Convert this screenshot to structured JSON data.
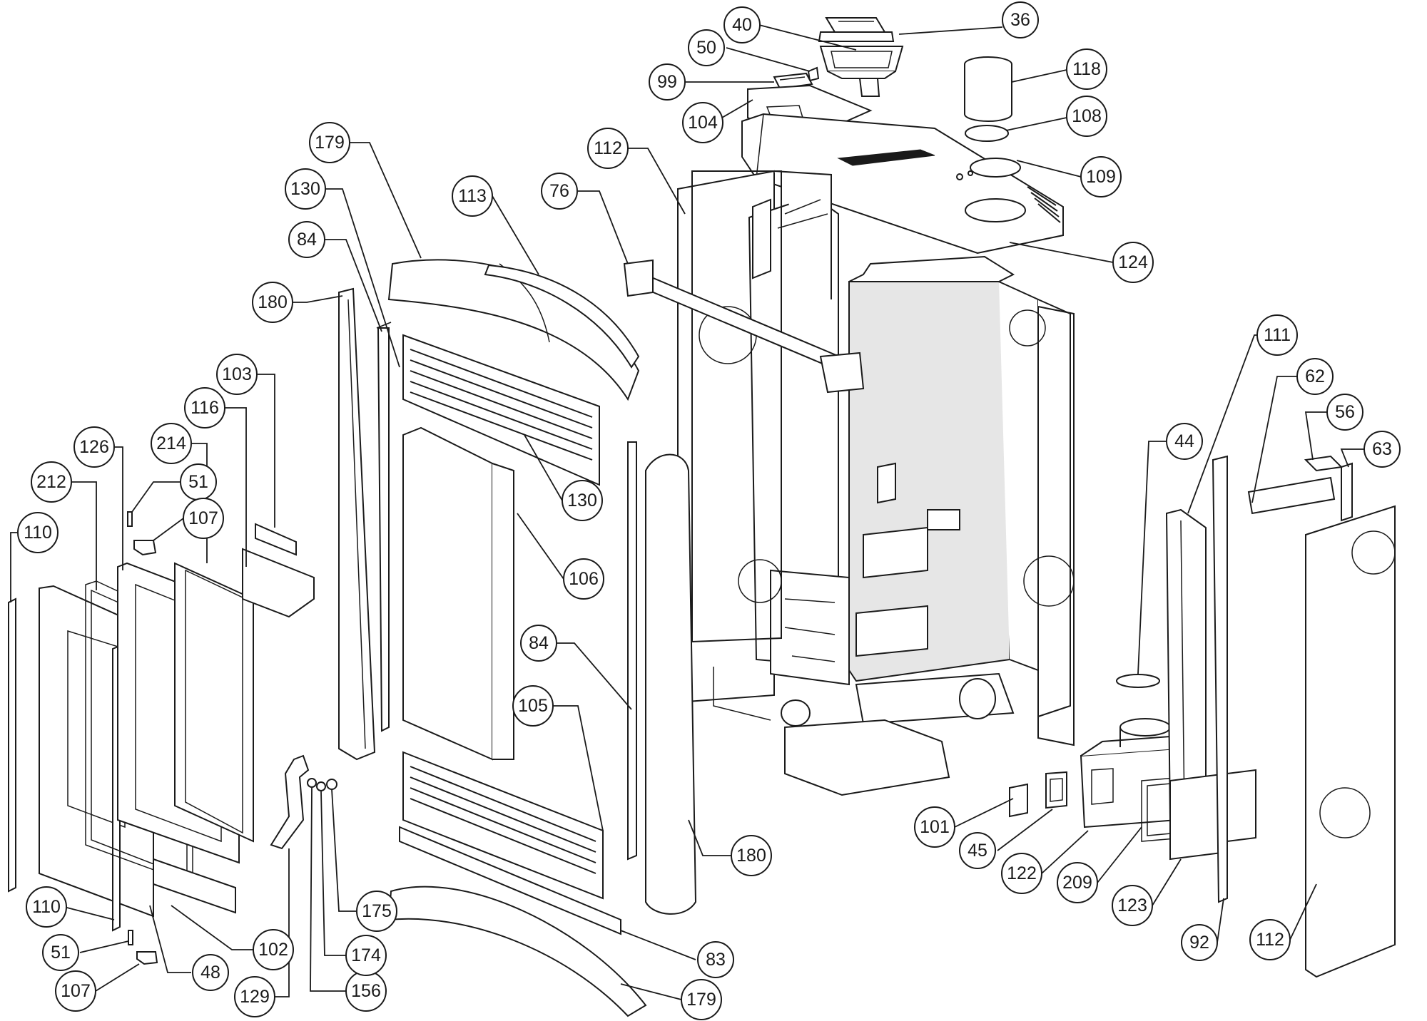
{
  "diagram": {
    "type": "exploded-parts-drawing",
    "callouts": [
      {
        "id": "36",
        "label": "36"
      },
      {
        "id": "40",
        "label": "40"
      },
      {
        "id": "50",
        "label": "50"
      },
      {
        "id": "99",
        "label": "99"
      },
      {
        "id": "104",
        "label": "104"
      },
      {
        "id": "118",
        "label": "118"
      },
      {
        "id": "108",
        "label": "108"
      },
      {
        "id": "109",
        "label": "109"
      },
      {
        "id": "124",
        "label": "124"
      },
      {
        "id": "112-top",
        "label": "112"
      },
      {
        "id": "76",
        "label": "76"
      },
      {
        "id": "179-top",
        "label": "179"
      },
      {
        "id": "113",
        "label": "113"
      },
      {
        "id": "130-top",
        "label": "130"
      },
      {
        "id": "130-bottom",
        "label": "130"
      },
      {
        "id": "84-top",
        "label": "84"
      },
      {
        "id": "180-left",
        "label": "180"
      },
      {
        "id": "103",
        "label": "103"
      },
      {
        "id": "116",
        "label": "116"
      },
      {
        "id": "126",
        "label": "126"
      },
      {
        "id": "214",
        "label": "214"
      },
      {
        "id": "212",
        "label": "212"
      },
      {
        "id": "51-top",
        "label": "51"
      },
      {
        "id": "107-top",
        "label": "107"
      },
      {
        "id": "110-top",
        "label": "110"
      },
      {
        "id": "106",
        "label": "106"
      },
      {
        "id": "84-bottom",
        "label": "84"
      },
      {
        "id": "105",
        "label": "105"
      },
      {
        "id": "180-right",
        "label": "180"
      },
      {
        "id": "111",
        "label": "111"
      },
      {
        "id": "62",
        "label": "62"
      },
      {
        "id": "56",
        "label": "56"
      },
      {
        "id": "63",
        "label": "63"
      },
      {
        "id": "44",
        "label": "44"
      },
      {
        "id": "101",
        "label": "101"
      },
      {
        "id": "45",
        "label": "45"
      },
      {
        "id": "122",
        "label": "122"
      },
      {
        "id": "209",
        "label": "209"
      },
      {
        "id": "123",
        "label": "123"
      },
      {
        "id": "92",
        "label": "92"
      },
      {
        "id": "112-right",
        "label": "112"
      },
      {
        "id": "110-bottom",
        "label": "110"
      },
      {
        "id": "51-bottom",
        "label": "51"
      },
      {
        "id": "107-bottom",
        "label": "107"
      },
      {
        "id": "48",
        "label": "48"
      },
      {
        "id": "102",
        "label": "102"
      },
      {
        "id": "129",
        "label": "129"
      },
      {
        "id": "156",
        "label": "156"
      },
      {
        "id": "174",
        "label": "174"
      },
      {
        "id": "175",
        "label": "175"
      },
      {
        "id": "83",
        "label": "83"
      },
      {
        "id": "179-bottom",
        "label": "179"
      }
    ]
  }
}
